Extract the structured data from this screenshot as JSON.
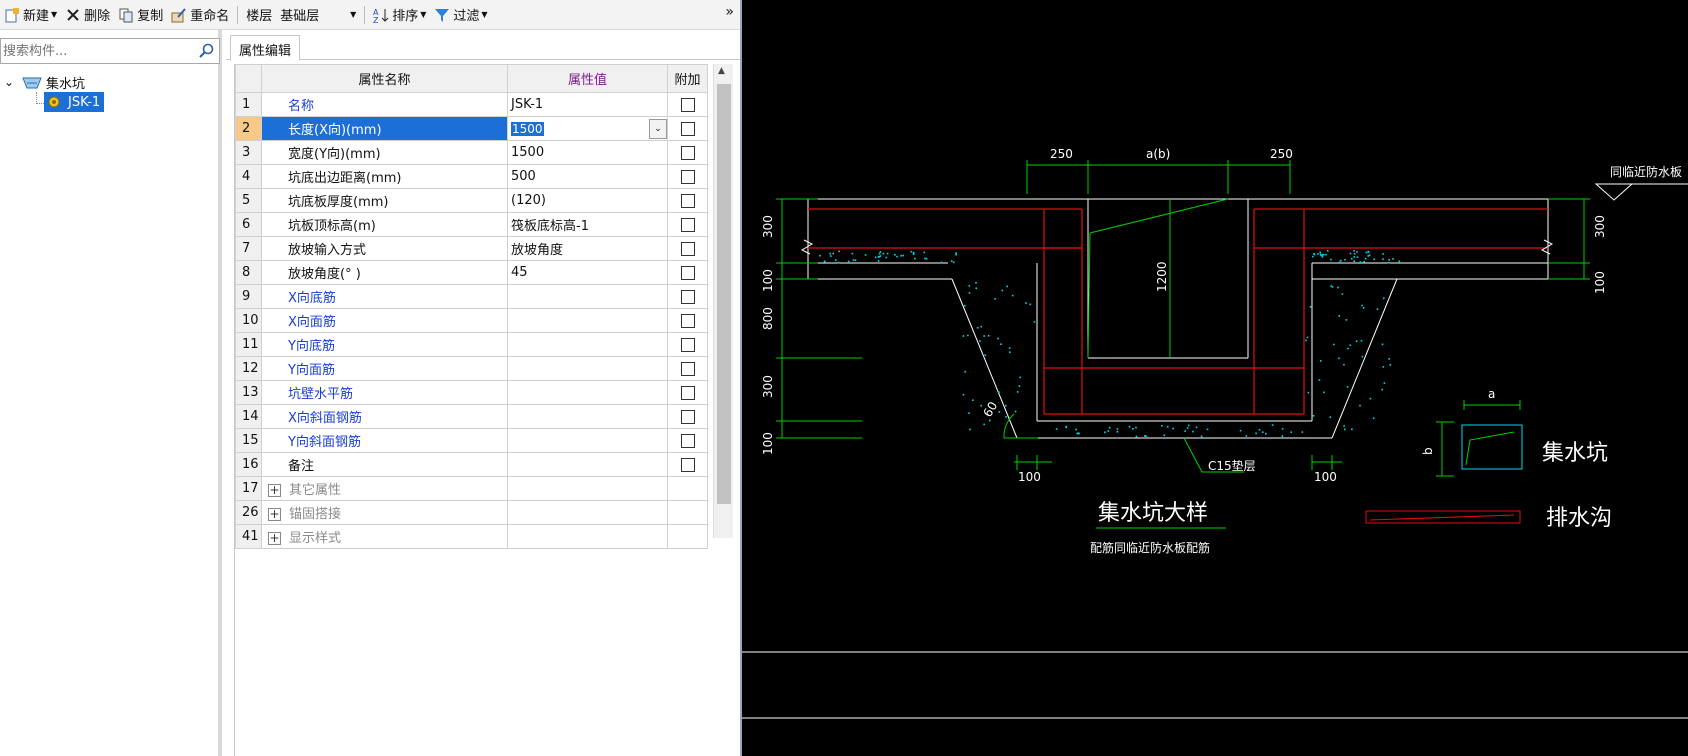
{
  "toolbar": {
    "new": "新建",
    "delete": "删除",
    "copy": "复制",
    "rename": "重命名",
    "floor": "楼层",
    "floor_value": "基础层",
    "sort": "排序",
    "filter": "过滤",
    "overflow": "»"
  },
  "search": {
    "placeholder": "搜索构件..."
  },
  "tree": {
    "root": "集水坑",
    "child": "JSK-1"
  },
  "tabs": {
    "property_edit": "属性编辑"
  },
  "grid": {
    "headers": {
      "name": "属性名称",
      "value": "属性值",
      "extra": "附加"
    },
    "rows": [
      {
        "no": "1",
        "name": "名称",
        "value": "JSK-1",
        "blue": true,
        "check": false
      },
      {
        "no": "2",
        "name": "长度(X向)(mm)",
        "value": "1500",
        "blue": false,
        "check": true
      },
      {
        "no": "3",
        "name": "宽度(Y向)(mm)",
        "value": "1500",
        "blue": false,
        "check": true
      },
      {
        "no": "4",
        "name": "坑底出边距离(mm)",
        "value": "500",
        "blue": false,
        "check": true
      },
      {
        "no": "5",
        "name": "坑底板厚度(mm)",
        "value": "(120)",
        "blue": false,
        "check": true
      },
      {
        "no": "6",
        "name": "坑板顶标高(m)",
        "value": "筏板底标高-1",
        "blue": false,
        "check": true
      },
      {
        "no": "7",
        "name": "放坡输入方式",
        "value": "放坡角度",
        "blue": false,
        "check": true
      },
      {
        "no": "8",
        "name": "放坡角度(° )",
        "value": "45",
        "blue": false,
        "check": true
      },
      {
        "no": "9",
        "name": "X向底筋",
        "value": "",
        "blue": true,
        "check": true
      },
      {
        "no": "10",
        "name": "X向面筋",
        "value": "",
        "blue": true,
        "check": true
      },
      {
        "no": "11",
        "name": "Y向底筋",
        "value": "",
        "blue": true,
        "check": true
      },
      {
        "no": "12",
        "name": "Y向面筋",
        "value": "",
        "blue": true,
        "check": true
      },
      {
        "no": "13",
        "name": "坑壁水平筋",
        "value": "",
        "blue": true,
        "check": true
      },
      {
        "no": "14",
        "name": "X向斜面钢筋",
        "value": "",
        "blue": true,
        "check": true
      },
      {
        "no": "15",
        "name": "Y向斜面钢筋",
        "value": "",
        "blue": true,
        "check": true
      },
      {
        "no": "16",
        "name": "备注",
        "value": "",
        "blue": false,
        "check": true
      },
      {
        "no": "17",
        "name": "其它属性",
        "value": "",
        "group": true
      },
      {
        "no": "26",
        "name": "锚固搭接",
        "value": "",
        "group": true
      },
      {
        "no": "41",
        "name": "显示样式",
        "value": "",
        "group": true
      }
    ]
  },
  "cad": {
    "dim_250_left": "250",
    "dim_ab": "a(b)",
    "dim_250_right": "250",
    "dim_300_left": "300",
    "dim_100_left": "100",
    "dim_800": "800",
    "dim_300_lower": "300",
    "dim_100_bottom": "100",
    "dim_1200": "1200",
    "dim_300_right": "300",
    "dim_100_right": "100",
    "angle_60": "60",
    "dim_100_foot_left": "100",
    "dim_100_foot_right": "100",
    "c15_label": "C15垫层",
    "top_right_note": "同临近防水板",
    "title": "集水坑大样",
    "subtitle": "配筋同临近防水板配筋",
    "legend_a": "a",
    "legend_b": "b",
    "legend_pit": "集水坑",
    "legend_drain": "排水沟",
    "colors": {
      "green": "#00d000",
      "red": "#e01010",
      "cyan": "#00d8e8",
      "white": "#ffffff"
    }
  }
}
